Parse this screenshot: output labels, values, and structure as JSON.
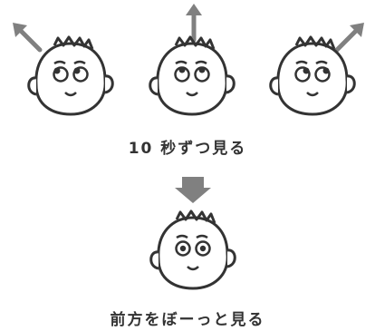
{
  "steps": [
    {
      "caption": "10 秒ずつ見る",
      "directions": [
        "up-left",
        "up",
        "up-right"
      ]
    },
    {
      "caption": "前方をぼーっと見る",
      "directions": [
        "forward"
      ]
    }
  ],
  "colors": {
    "ink": "#333333",
    "arrow": "#808080"
  },
  "icons": [
    "face-icon",
    "arrow-up-left-icon",
    "arrow-up-icon",
    "arrow-up-right-icon",
    "arrow-down-icon"
  ]
}
